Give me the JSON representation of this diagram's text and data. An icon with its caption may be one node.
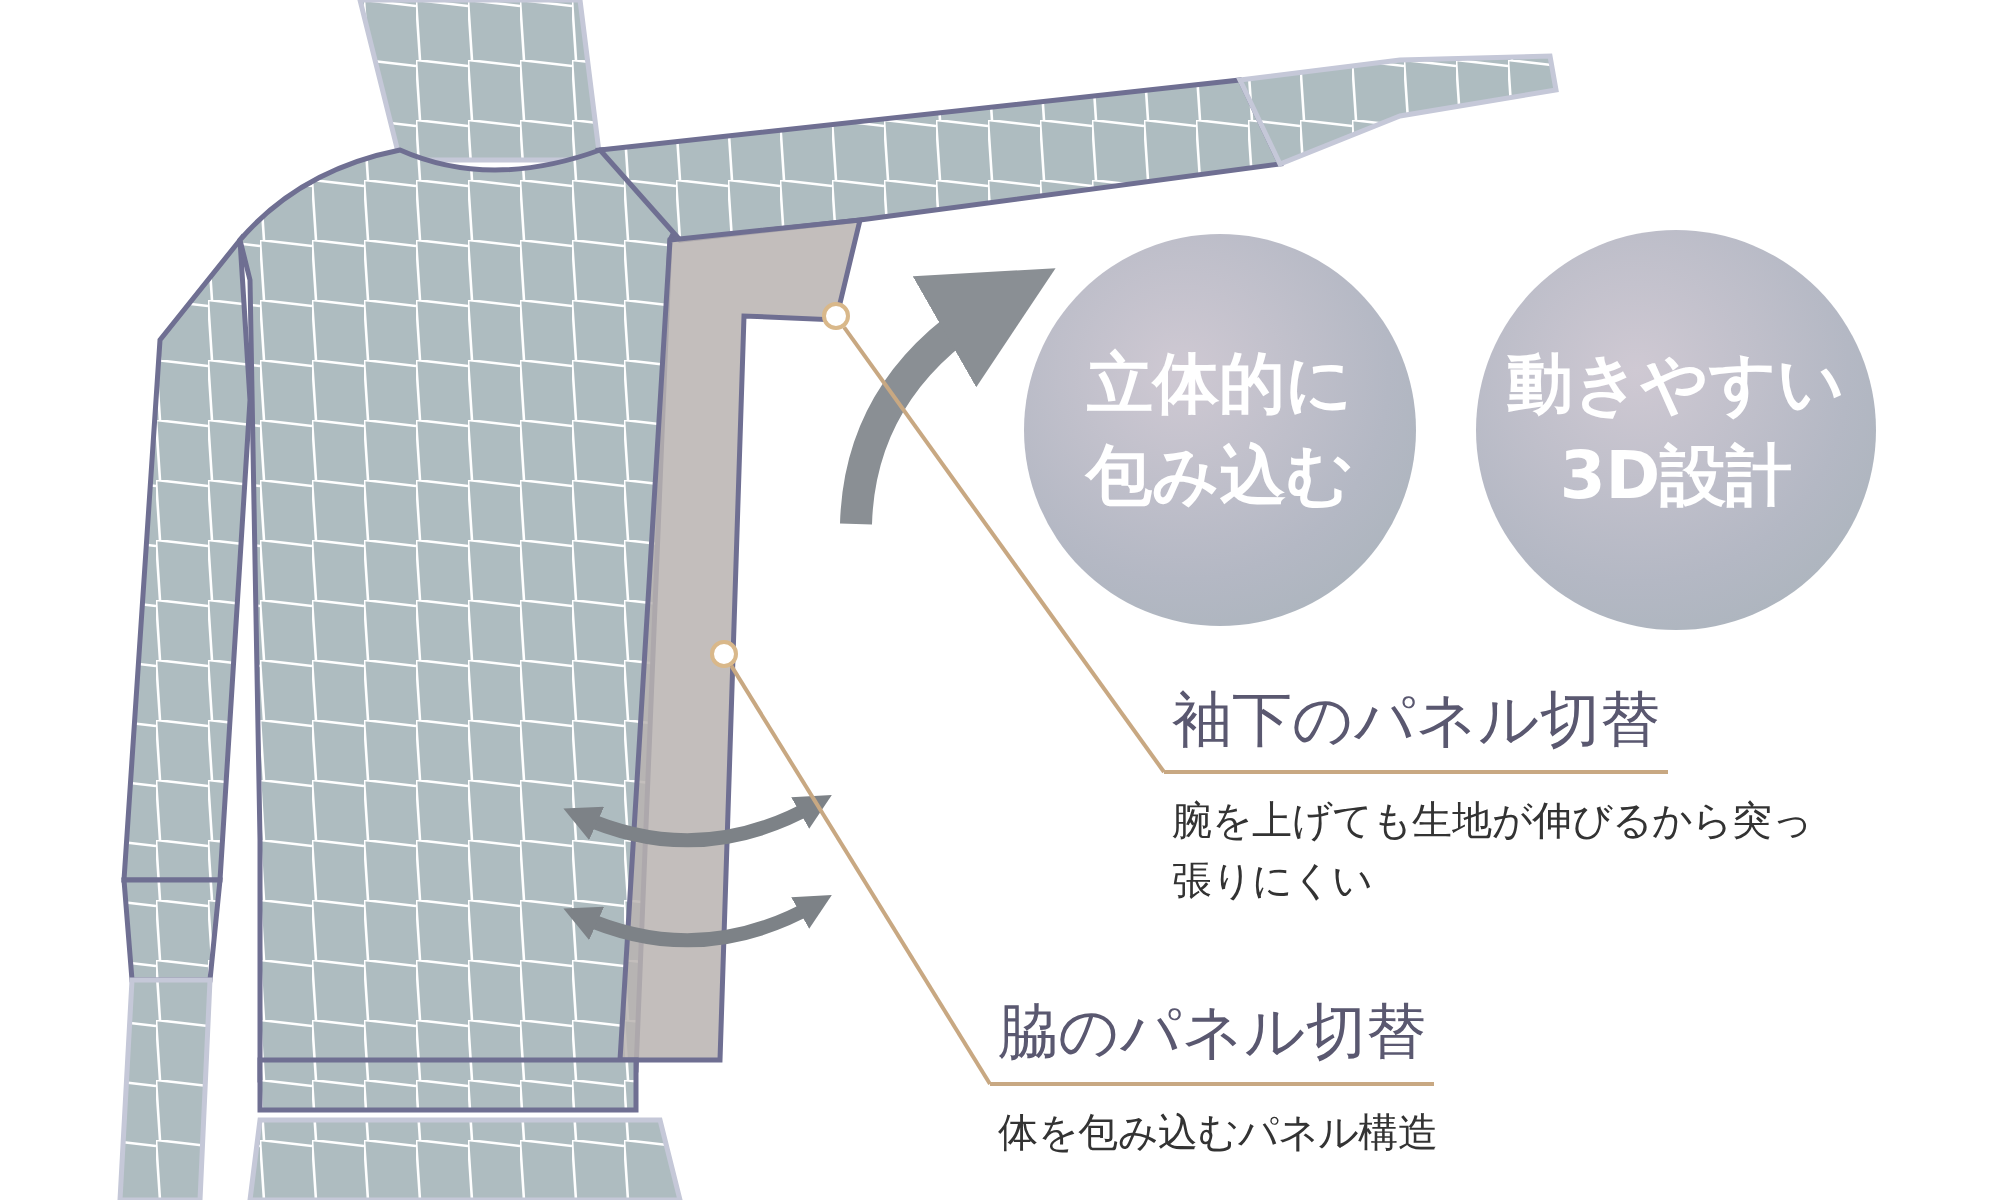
{
  "diagram": {
    "nodes": [
      {
        "text": [
          "立体的に包み込む"
        ]
      },
      {
        "text": [
          "動きやすい3D設計"
        ]
      },
      {
        "text": [
          "袖下のパネル切替",
          "腕を上げても生地が伸びるから突っ張りにくい"
        ]
      },
      {
        "text": [],
        "shape": "circle"
      },
      {
        "text": [
          "脇のパネル切替",
          "体を包み込むパネル構造"
        ]
      },
      {
        "text": [],
        "shape": "circle"
      }
    ],
    "edges": [
      {
        "from": 2,
        "to": 3,
        "arrow": "none"
      },
      {
        "from": 4,
        "to": 5,
        "arrow": "none"
      }
    ]
  }
}
